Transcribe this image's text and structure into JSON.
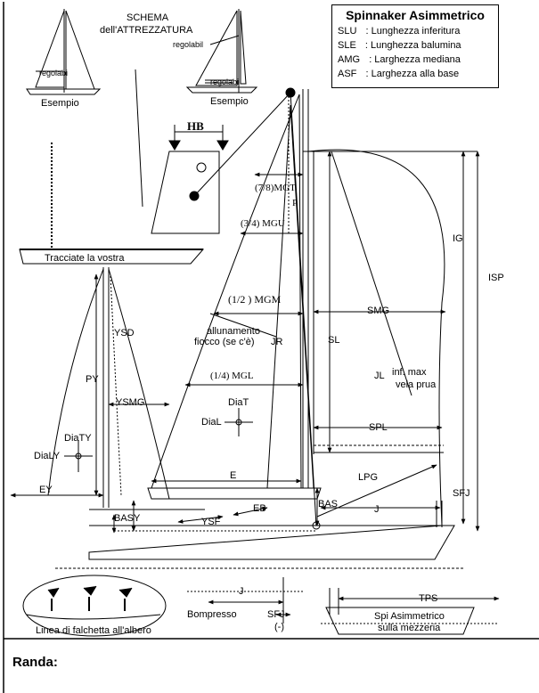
{
  "legend": {
    "title": "Spinnaker Asimmetrico",
    "items": [
      {
        "code": "SLU",
        "desc": ": Lunghezza inferitura"
      },
      {
        "code": "SLE",
        "desc": ": Lunghezza balumina"
      },
      {
        "code": "AMG",
        "desc": ": Larghezza mediana"
      },
      {
        "code": "ASF",
        "desc": ": Larghezza alla base"
      }
    ]
  },
  "schema": {
    "title_line1": "SCHEMA",
    "title_line2": "dell'ATTREZZATURA",
    "left_regolabi": "regolabi",
    "right_regolabil": "regolabil",
    "right_regolabi": "regolabi",
    "esempio_left": "Esempio",
    "esempio_right": "Esempio"
  },
  "hb": {
    "label": "HB"
  },
  "trace": {
    "label": "Tracciate la vostra"
  },
  "mast_labels": {
    "mgt": "(7/8)MGT",
    "p": "P",
    "mgu": "(3/4) MGU",
    "mgm": "(1/2 ) MGM",
    "allun1": "allunamento",
    "allun2": "fiocco (se c'è)",
    "jr": "JR",
    "mgl": "(1/4)  MGL",
    "diat": "DiaT",
    "dial": "DiaL",
    "e": "E",
    "eb": "EB",
    "bas": "BAS",
    "basy": "BASY",
    "ysf": "YSF"
  },
  "spi_labels": {
    "ig": "IG",
    "isp": "ISP",
    "smg": "SMG",
    "sl": "SL",
    "jl": "JL",
    "infmax1": "inf. max",
    "infmax2": "vela  prua",
    "spl": "SPL",
    "lpg": "LPG",
    "sfj": "SFJ",
    "j": "J"
  },
  "mizzen_labels": {
    "ysd": "YSD",
    "py": "PY",
    "ysmg": "YSMG",
    "diaty": "DiaTY",
    "dialy": "DiaLY",
    "ey": "EY"
  },
  "bottom": {
    "falchetta": "Linea di falchetta all'albero",
    "j": "J",
    "bompresso": "Bompresso",
    "sfj": "SFJ",
    "sfj_sign": "(-)",
    "tps": "TPS",
    "spi1": "Spi Asimmetrico",
    "spi2": "sulla mezzeria"
  },
  "section_heading": "Randa:"
}
